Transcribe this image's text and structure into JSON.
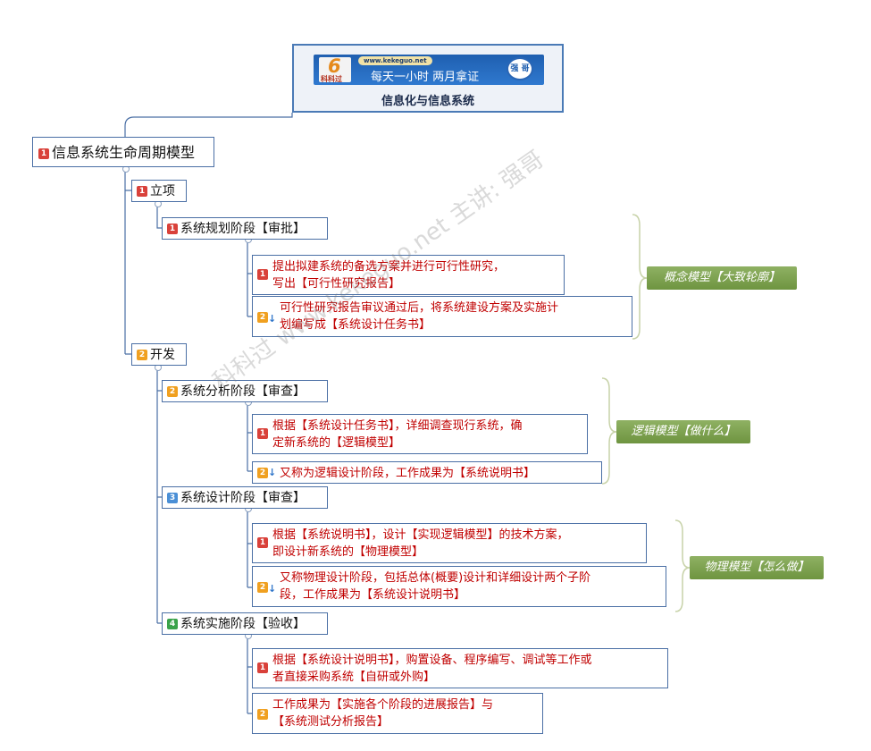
{
  "header": {
    "url": "www.kekeguo.net",
    "logo_text": "科科过",
    "logo_digit": "6",
    "slogan": "每天一小时   两月拿证",
    "badge": "强 哥",
    "title": "信息化与信息系统"
  },
  "root": {
    "marker": "1",
    "label": "信息系统生命周期模型"
  },
  "phases": [
    {
      "marker": "1",
      "label": "立项"
    },
    {
      "marker": "2",
      "label": "开发"
    }
  ],
  "stages": [
    {
      "marker": "1",
      "label": "系统规划阶段【审批】"
    },
    {
      "marker": "2",
      "label": "系统分析阶段【审查】"
    },
    {
      "marker": "3",
      "label": "系统设计阶段【审查】"
    },
    {
      "marker": "4",
      "label": "系统实施阶段【验收】"
    }
  ],
  "leaves": {
    "planning_1": {
      "marker": "1",
      "line1": "提出拟建系统的备选方案并进行可行性研究，",
      "line2": "写出【可行性研究报告】"
    },
    "planning_2": {
      "marker": "2",
      "line1": "可行性研究报告审议通过后，将系统建设方案及实施计",
      "line2": "划编写成【系统设计任务书】"
    },
    "analysis_1": {
      "marker": "1",
      "line1": "根据【系统设计任务书】，详细调查现行系统，确",
      "line2": "定新系统的【逻辑模型】"
    },
    "analysis_2": {
      "marker": "2",
      "line1": "又称为逻辑设计阶段，工作成果为【系统说明书】"
    },
    "design_1": {
      "marker": "1",
      "line1": "根据【系统说明书】，设计【实现逻辑模型】的技术方案，",
      "line2": "即设计新系统的【物理模型】"
    },
    "design_2": {
      "marker": "2",
      "line1": "又称物理设计阶段，包括总体(概要)设计和详细设计两个子阶",
      "line2": "段，工作成果为【系统设计说明书】"
    },
    "impl_1": {
      "marker": "1",
      "line1": "根据【系统设计说明书】，购置设备、程序编写、调试等工作或",
      "line2": "者直接采购系统【自研或外购】"
    },
    "impl_2": {
      "marker": "2",
      "line1": "工作成果为【实施各个阶段的进展报告】与",
      "line2": "【系统测试分析报告】"
    }
  },
  "summaries": [
    "概念模型【大致轮廓】",
    "逻辑模型【做什么】",
    "物理模型【怎么做】"
  ],
  "watermark": "科科过  www.kekeguo.net  主讲: 强哥",
  "arrow_icon": "↓",
  "colors": {
    "marker_red": "#d9413a",
    "marker_orange": "#f0a020",
    "marker_blue": "#4a8fd6",
    "marker_green": "#3aa34a",
    "leaf_text": "#c00000",
    "summary_tag": "#7ea050"
  }
}
